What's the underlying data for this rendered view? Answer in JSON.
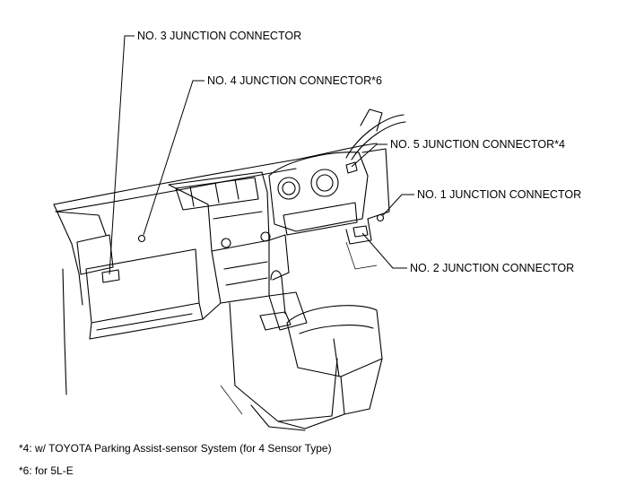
{
  "callouts": {
    "no3": "NO. 3 JUNCTION CONNECTOR",
    "no4": "NO. 4 JUNCTION CONNECTOR*6",
    "no5": "NO. 5 JUNCTION CONNECTOR*4",
    "no1": "NO. 1 JUNCTION CONNECTOR",
    "no2": "NO. 2 JUNCTION CONNECTOR"
  },
  "footnotes": {
    "note4": "*4: w/ TOYOTA Parking Assist-sensor System (for 4 Sensor Type)",
    "note6": "*6: for 5L-E"
  }
}
